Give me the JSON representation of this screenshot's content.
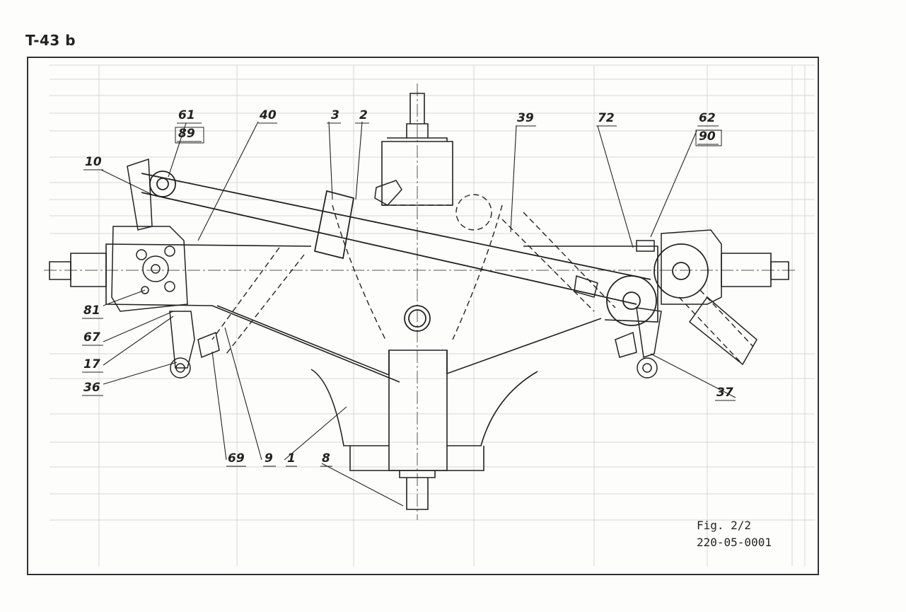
{
  "document": {
    "code": "T-43 b",
    "figure_label": "Fig. 2/2",
    "figure_number": "220-05-0001"
  },
  "callouts": [
    {
      "id": "61",
      "text": "61"
    },
    {
      "id": "89",
      "text": "89"
    },
    {
      "id": "40",
      "text": "40"
    },
    {
      "id": "3",
      "text": "3"
    },
    {
      "id": "2",
      "text": "2"
    },
    {
      "id": "39",
      "text": "39"
    },
    {
      "id": "72",
      "text": "72"
    },
    {
      "id": "62",
      "text": "62"
    },
    {
      "id": "90",
      "text": "90"
    },
    {
      "id": "10",
      "text": "10"
    },
    {
      "id": "81",
      "text": "81"
    },
    {
      "id": "67",
      "text": "67"
    },
    {
      "id": "17",
      "text": "17"
    },
    {
      "id": "36",
      "text": "36"
    },
    {
      "id": "37",
      "text": "37"
    },
    {
      "id": "69",
      "text": "69"
    },
    {
      "id": "9",
      "text": "9"
    },
    {
      "id": "1",
      "text": "1"
    },
    {
      "id": "8",
      "text": "8"
    }
  ]
}
